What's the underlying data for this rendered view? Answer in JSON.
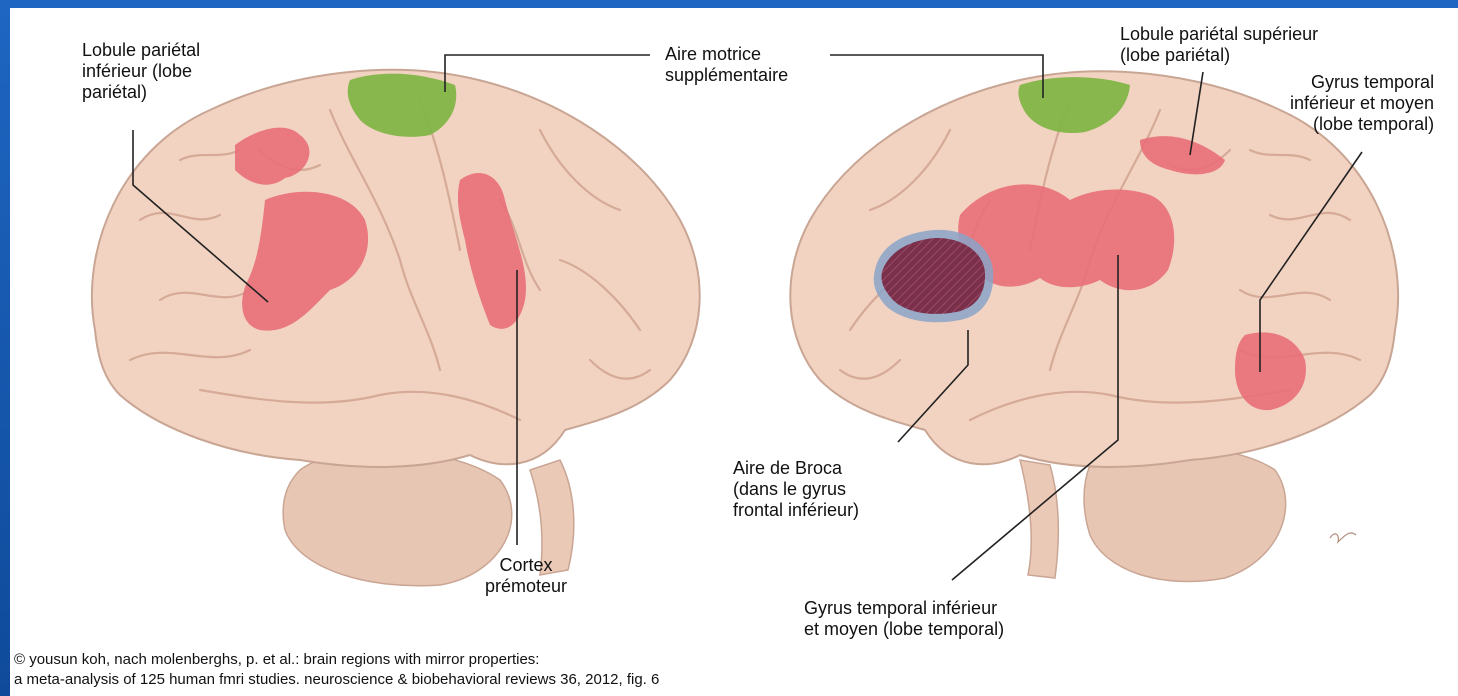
{
  "labels": {
    "lobule_parietal_inferieur": "Lobule pariétal\ninférieur (lobe\npariétal)",
    "aire_motrice_supplementaire": "Aire motrice\nsupplémentaire",
    "lobule_parietal_superieur": "Lobule pariétal supérieur\n(lobe pariétal)",
    "gyrus_temporal_right": "Gyrus temporal\ninférieur et moyen\n(lobe temporal)",
    "cortex_premoteur": "Cortex\nprémoteur",
    "aire_de_broca": "Aire de Broca\n(dans le gyrus\nfrontal inférieur)",
    "gyrus_temporal_bottom": "Gyrus temporal inférieur\net moyen (lobe temporal)"
  },
  "credit": {
    "line1": "© yousun koh, nach molenberghs, p. et al.: brain regions with mirror properties:",
    "line2": "a meta-analysis of 125 human fmri studies. neuroscience & biobehavioral reviews 36, 2012, fig. 6"
  },
  "colors": {
    "brain": "#f2d3c2",
    "brain_outline": "#c9a594",
    "sulcus": "#d8ae9c",
    "cerebellum": "#e6c2b0",
    "mirror_region": "#e8707a",
    "motor_region": "#82b547",
    "broca_region": "#7a2f4a",
    "broca_halo": "#8aa3c8"
  },
  "icons": {
    "left_hemisphere": "brain-left-view-illustration",
    "right_hemisphere": "brain-right-view-illustration"
  }
}
